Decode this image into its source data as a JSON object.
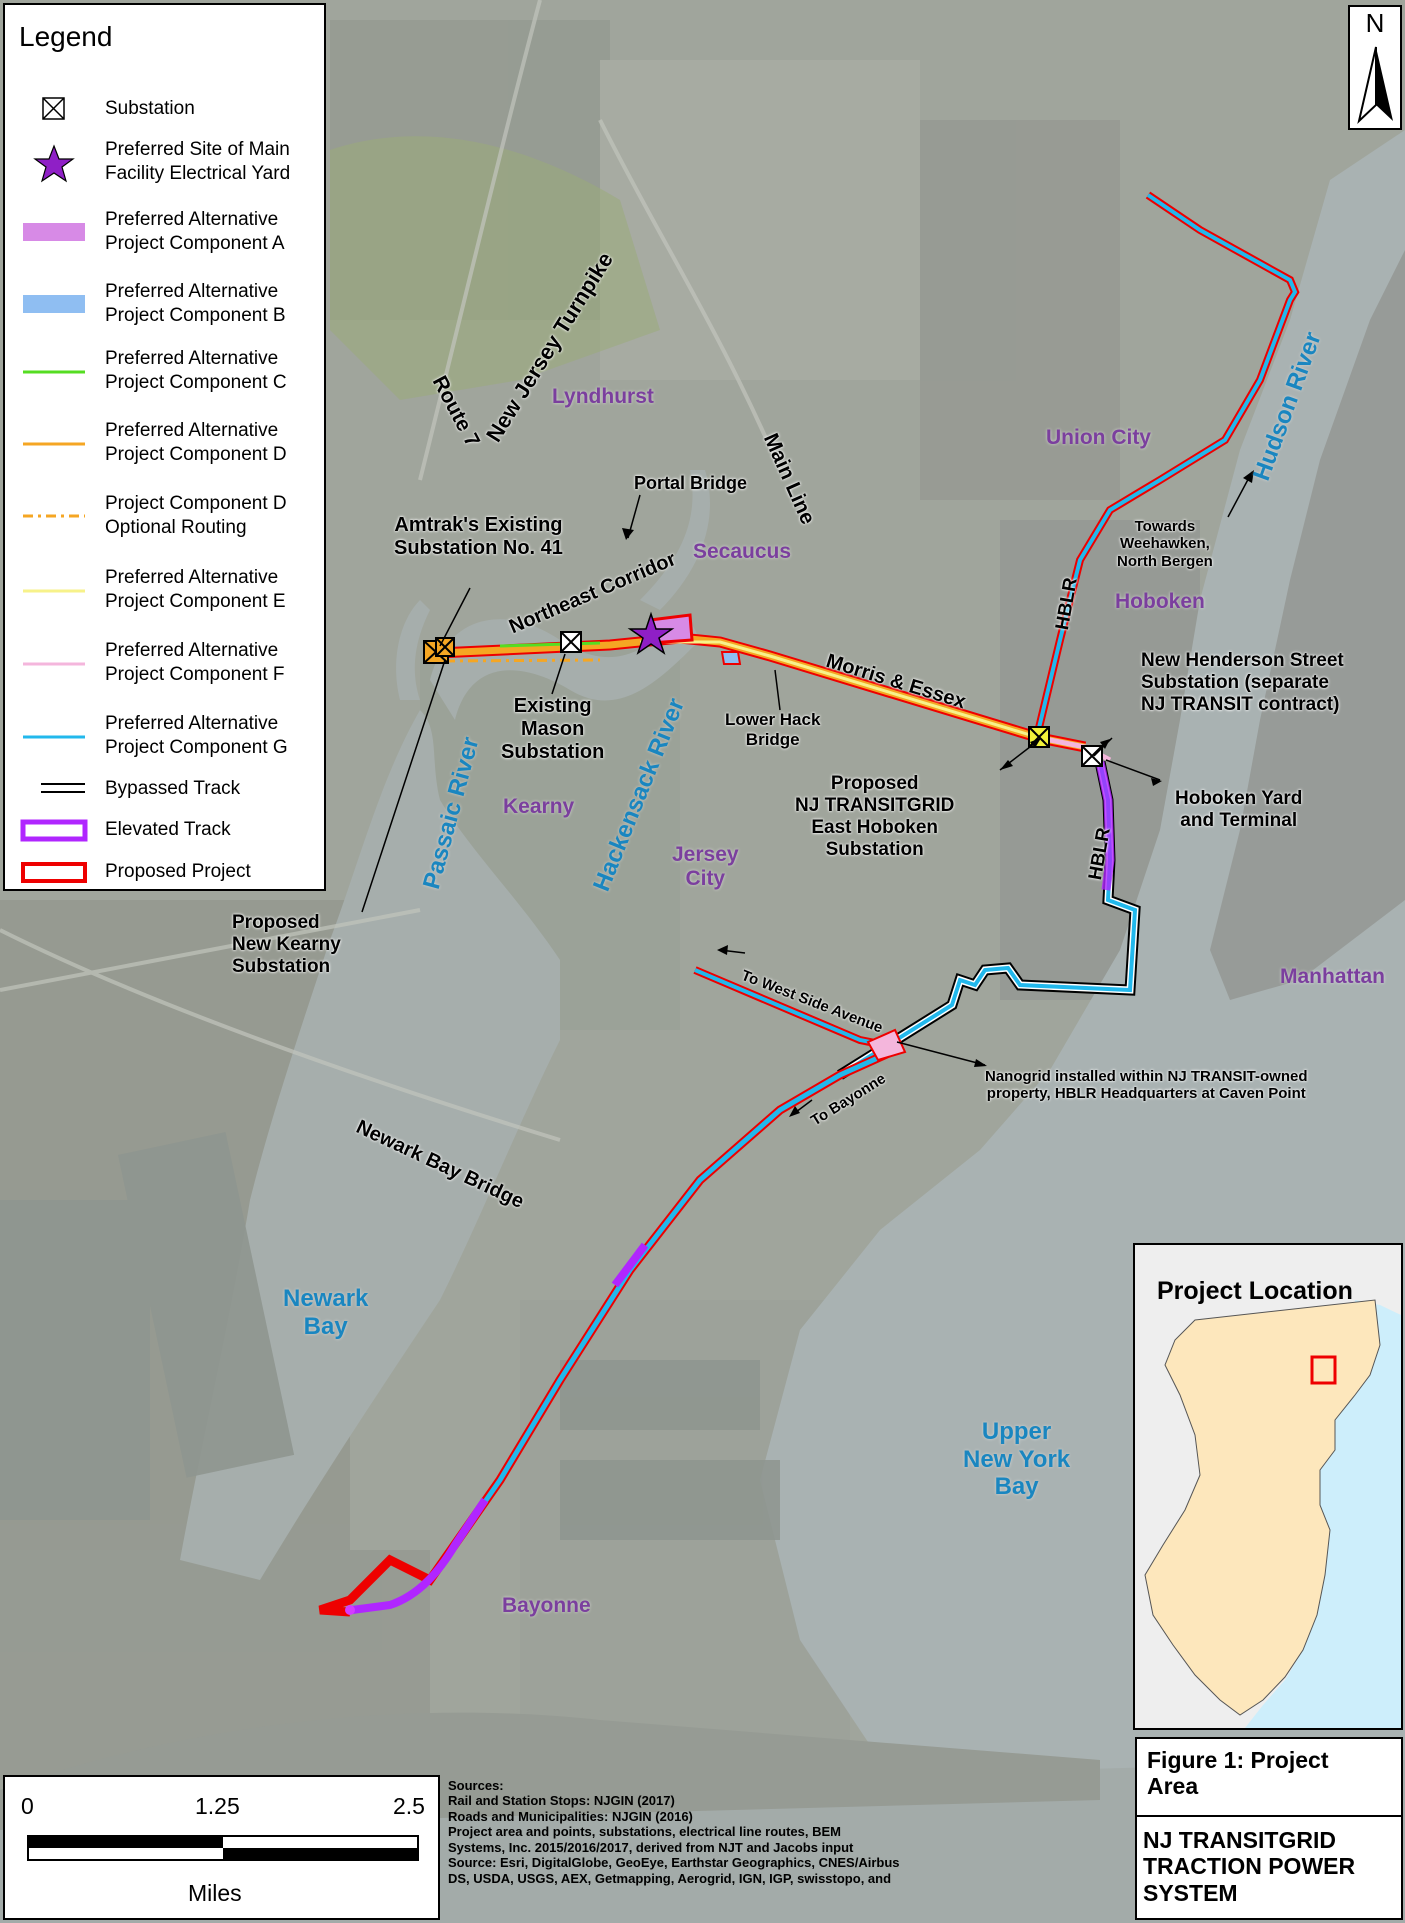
{
  "legend": {
    "title": "Legend",
    "items": [
      {
        "symbol": "substation-box",
        "label": "Substation"
      },
      {
        "symbol": "purple-star",
        "label": "Preferred Site of Main\nFacility Electrical Yard"
      },
      {
        "symbol": "fill-violet",
        "label": "Preferred Alternative\nProject Component A",
        "color": "#d78ae6"
      },
      {
        "symbol": "fill-blue",
        "label": "Preferred Alternative\nProject Component B",
        "color": "#8fbef2"
      },
      {
        "symbol": "line-green",
        "label": "Preferred Alternative\nProject Component C",
        "color": "#55dd22"
      },
      {
        "symbol": "line-orange",
        "label": "Preferred Alternative\nProject Component D",
        "color": "#f5a623"
      },
      {
        "symbol": "dash-orange",
        "label": "Project Component D\nOptional Routing",
        "color": "#f5a623"
      },
      {
        "symbol": "line-yellow",
        "label": "Preferred Alternative\nProject Component E",
        "color": "#f7f28a"
      },
      {
        "symbol": "line-pink",
        "label": "Preferred Alternative\nProject Component F",
        "color": "#f4b6dc"
      },
      {
        "symbol": "line-cyan",
        "label": "Preferred Alternative\nProject Component G",
        "color": "#22b8ec"
      },
      {
        "symbol": "double-black",
        "label": "Bypassed Track",
        "color": "#000000"
      },
      {
        "symbol": "purple-outline",
        "label": "Elevated Track",
        "color": "#b026ff"
      },
      {
        "symbol": "red-outline",
        "label": "Proposed Project",
        "color": "#ee0000"
      }
    ]
  },
  "north_arrow": {
    "letter": "N"
  },
  "place_labels": {
    "lyndhurst": "Lyndhurst",
    "secaucus": "Secaucus",
    "union_city": "Union City",
    "hoboken": "Hoboken",
    "kearny": "Kearny",
    "jersey_city": "Jersey\nCity",
    "manhattan": "Manhattan",
    "bayonne": "Bayonne"
  },
  "water_labels": {
    "hudson_river": "Hudson River",
    "passaic_river": "Passaic River",
    "hackensack_river": "Hackensack River",
    "newark_bay": "Newark\nBay",
    "upper_ny_bay": "Upper\nNew York\nBay"
  },
  "feature_labels": {
    "nj_turnpike": "New Jersey Turnpike",
    "route_7": "Route 7",
    "main_line": "Main Line",
    "portal_bridge": "Portal Bridge",
    "northeast_corridor": "Northeast Corridor",
    "amtrak_substation": "Amtrak's Existing\nSubstation No. 41",
    "existing_mason": "Existing\nMason\nSubstation",
    "lower_hack": "Lower Hack\nBridge",
    "morris_essex": "Morris & Essex",
    "hblr_north": "HBLR",
    "hblr_south": "HBLR",
    "towards_weehawken": "Towards\nWeehawken,\nNorth Bergen",
    "new_henderson": "New Henderson Street\nSubstation (separate\nNJ TRANSIT contract)",
    "hoboken_yard": "Hoboken Yard\nand Terminal",
    "proposed_east_hoboken": "Proposed\nNJ TRANSITGRID\nEast Hoboken\nSubstation",
    "proposed_kearny": "Proposed\nNew Kearny\nSubstation",
    "to_west_side": "To West Side Avenue",
    "to_bayonne": "To Bayonne",
    "nanogrid": "Nanogrid installed within NJ TRANSIT-owned\nproperty, HBLR Headquarters at Caven Point",
    "newark_bay_bridge": "Newark Bay Bridge"
  },
  "inset": {
    "title": "Project Location"
  },
  "figure": {
    "title": "Figure 1: Project\nArea",
    "system": "NJ TRANSITGRID\nTRACTION POWER\nSYSTEM"
  },
  "scale_bar": {
    "ticks": [
      "0",
      "1.25",
      "2.5"
    ],
    "units": "Miles"
  },
  "sources": "Sources:\nRail and Station Stops: NJGIN (2017)\nRoads and Municipalities: NJGIN (2016)\nProject area and points, substations, electrical line routes, BEM\nSystems, Inc. 2015/2016/2017, derived from NJT and Jacobs input\nSource: Esri, DigitalGlobe, GeoEye, Earthstar Geographics, CNES/Airbus\nDS, USDA, USGS, AEX, Getmapping, Aerogrid, IGN, IGP, swisstopo, and"
}
